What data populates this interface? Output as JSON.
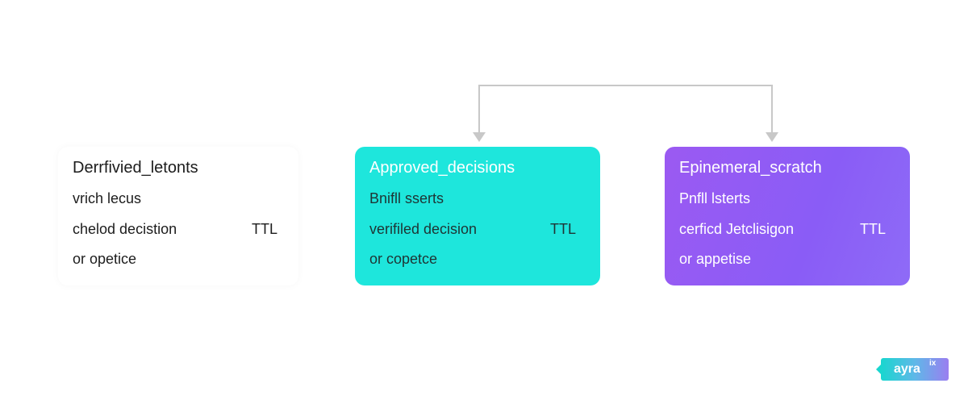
{
  "nodes": [
    {
      "title": "Derrfivied_letonts",
      "lines": [
        "vrich lecus",
        "chelod decistion",
        "or opetice"
      ],
      "ttl": "TTL",
      "color": "#ffffff"
    },
    {
      "title": "Approved_decisions",
      "lines": [
        "Bnifll sserts",
        "verifiled decision",
        "or copetce"
      ],
      "ttl": "TTL",
      "color": "#1ee6dc"
    },
    {
      "title": "Epinemeral_scratch",
      "lines": [
        "Pnfll lsterts",
        "cerficd Jetclisigon",
        "or appetise"
      ],
      "ttl": "TTL",
      "color": "#8a5cf6"
    }
  ],
  "connector": {
    "from": "Approved_decisions",
    "to": "Epinemeral_scratch",
    "color": "#c8c8c8"
  },
  "brand": {
    "name": "ayra",
    "suffix": "ix"
  }
}
